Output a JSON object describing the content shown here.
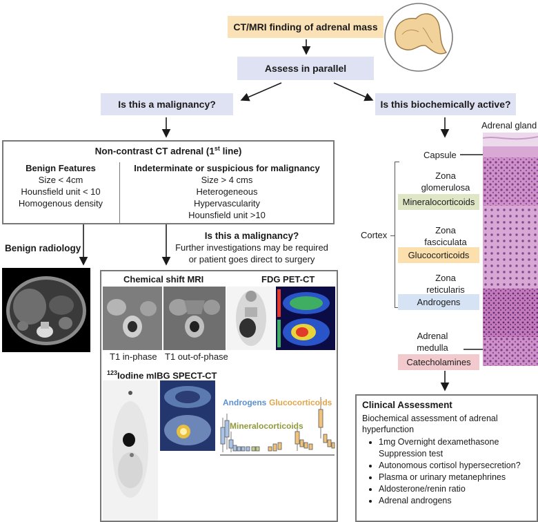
{
  "top": {
    "start": "CT/MRI finding of adrenal mass",
    "parallel": "Assess in parallel",
    "q_malignancy": "Is this a malignancy?",
    "q_biochem": "Is this biochemically active?"
  },
  "ct_box": {
    "title": "Non-contrast CT adrenal (1",
    "title_sup": "st",
    "title_end": " line)",
    "benign_title": "Benign Features",
    "benign_items": [
      "Size < 4cm",
      "Hounsfield unit < 10",
      "Homogenous density"
    ],
    "indet_title": "Indeterminate or suspicious for malignancy",
    "indet_items": [
      "Size > 4 cms",
      "Heterogeneous",
      "Hypervascularity",
      "Hounsfield unit >10"
    ]
  },
  "benign_radiology": "Benign radiology",
  "malig2": {
    "title": "Is this a malignancy?",
    "line1": "Further investigations may be required",
    "line2": "or patient goes direct to surgery"
  },
  "imaging": {
    "chem_shift": "Chemical shift MRI",
    "fdg": "FDG PET-CT",
    "t1_in": "T1 in-phase",
    "t1_out": "T1 out-of-phase",
    "spect_sup": "123",
    "spect": "Iodine mIBG SPECT-CT"
  },
  "boxplot": {
    "androgens": "Androgens",
    "mineralo": "Mineralocorticoids",
    "gluco": "Glucocorticoids"
  },
  "adrenal": {
    "gland_title": "Adrenal gland",
    "capsule": "Capsule",
    "cortex": "Cortex",
    "zg1": "Zona",
    "zg2": "glomerulosa",
    "zg_hormone": "Mineralocorticoids",
    "zf1": "Zona",
    "zf2": "fasciculata",
    "zf_hormone": "Glucocorticoids",
    "zr1": "Zona",
    "zr2": "reticularis",
    "zr_hormone": "Androgens",
    "med1": "Adrenal",
    "med2": "medulla",
    "med_hormone": "Catecholamines"
  },
  "clinical": {
    "title": "Clinical Assessment",
    "intro1": "Biochemical assessment of adrenal",
    "intro2": "hyperfunction",
    "items": [
      "1mg Overnight dexamethasone",
      "Suppression test",
      "Autonomous cortisol hypersecretion?",
      "Plasma or urinary metanephrines",
      "Aldosterone/renin ratio",
      "Adrenal androgens"
    ]
  },
  "colors": {
    "peach": "#fbe2b6",
    "lavender": "#dfe2f3",
    "green_label": "#dfe6c6",
    "orange_label": "#fbe0ae",
    "blue_label": "#d6e3f5",
    "pink_label": "#f2c9cd",
    "histology": "#c57bbf"
  }
}
